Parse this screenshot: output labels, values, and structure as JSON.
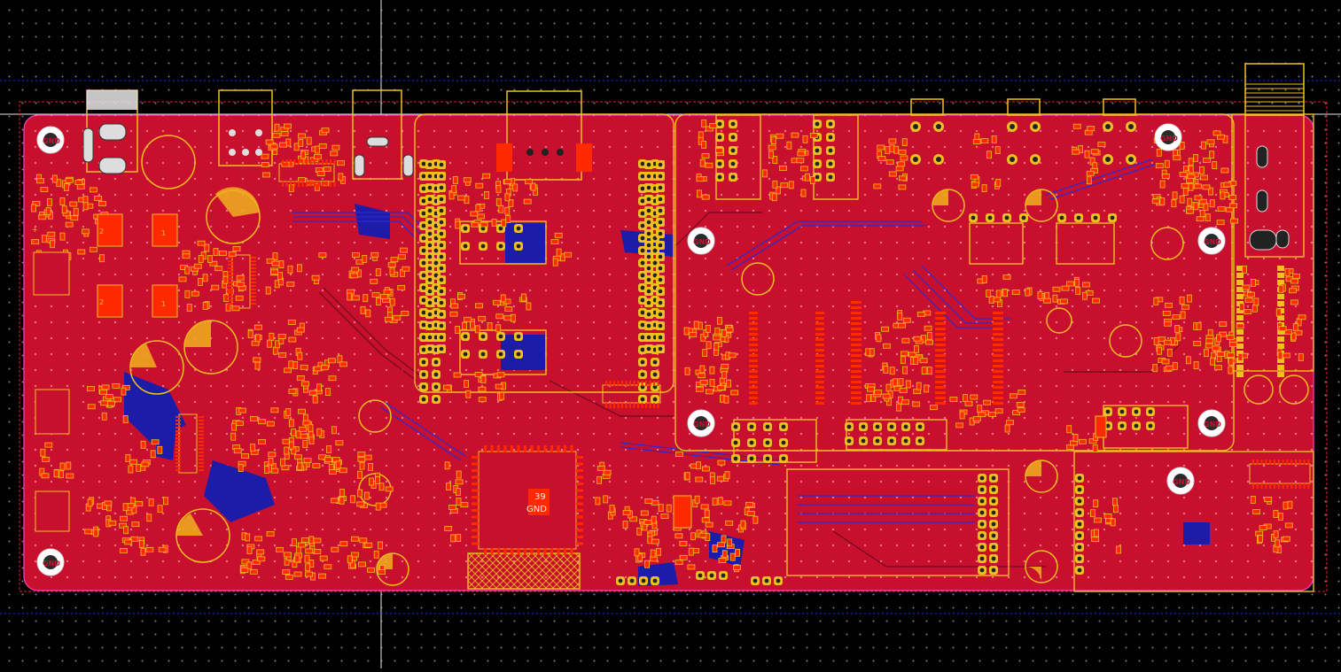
{
  "view": {
    "title": "PCB layout editor",
    "layers": {
      "top_copper": "#c8102e",
      "bottom_copper": "#1c1ca8",
      "silkscreen": "#f0c020",
      "pad": "#ff2a00",
      "board_outline": "#ff40c0",
      "background": "#000000"
    }
  },
  "board": {
    "mounting_hole_label": "GND",
    "marker_label_top": "39",
    "marker_label_bottom": "GND",
    "silk_marks": [
      "2",
      "1",
      "2",
      "1",
      "+",
      "-"
    ]
  }
}
